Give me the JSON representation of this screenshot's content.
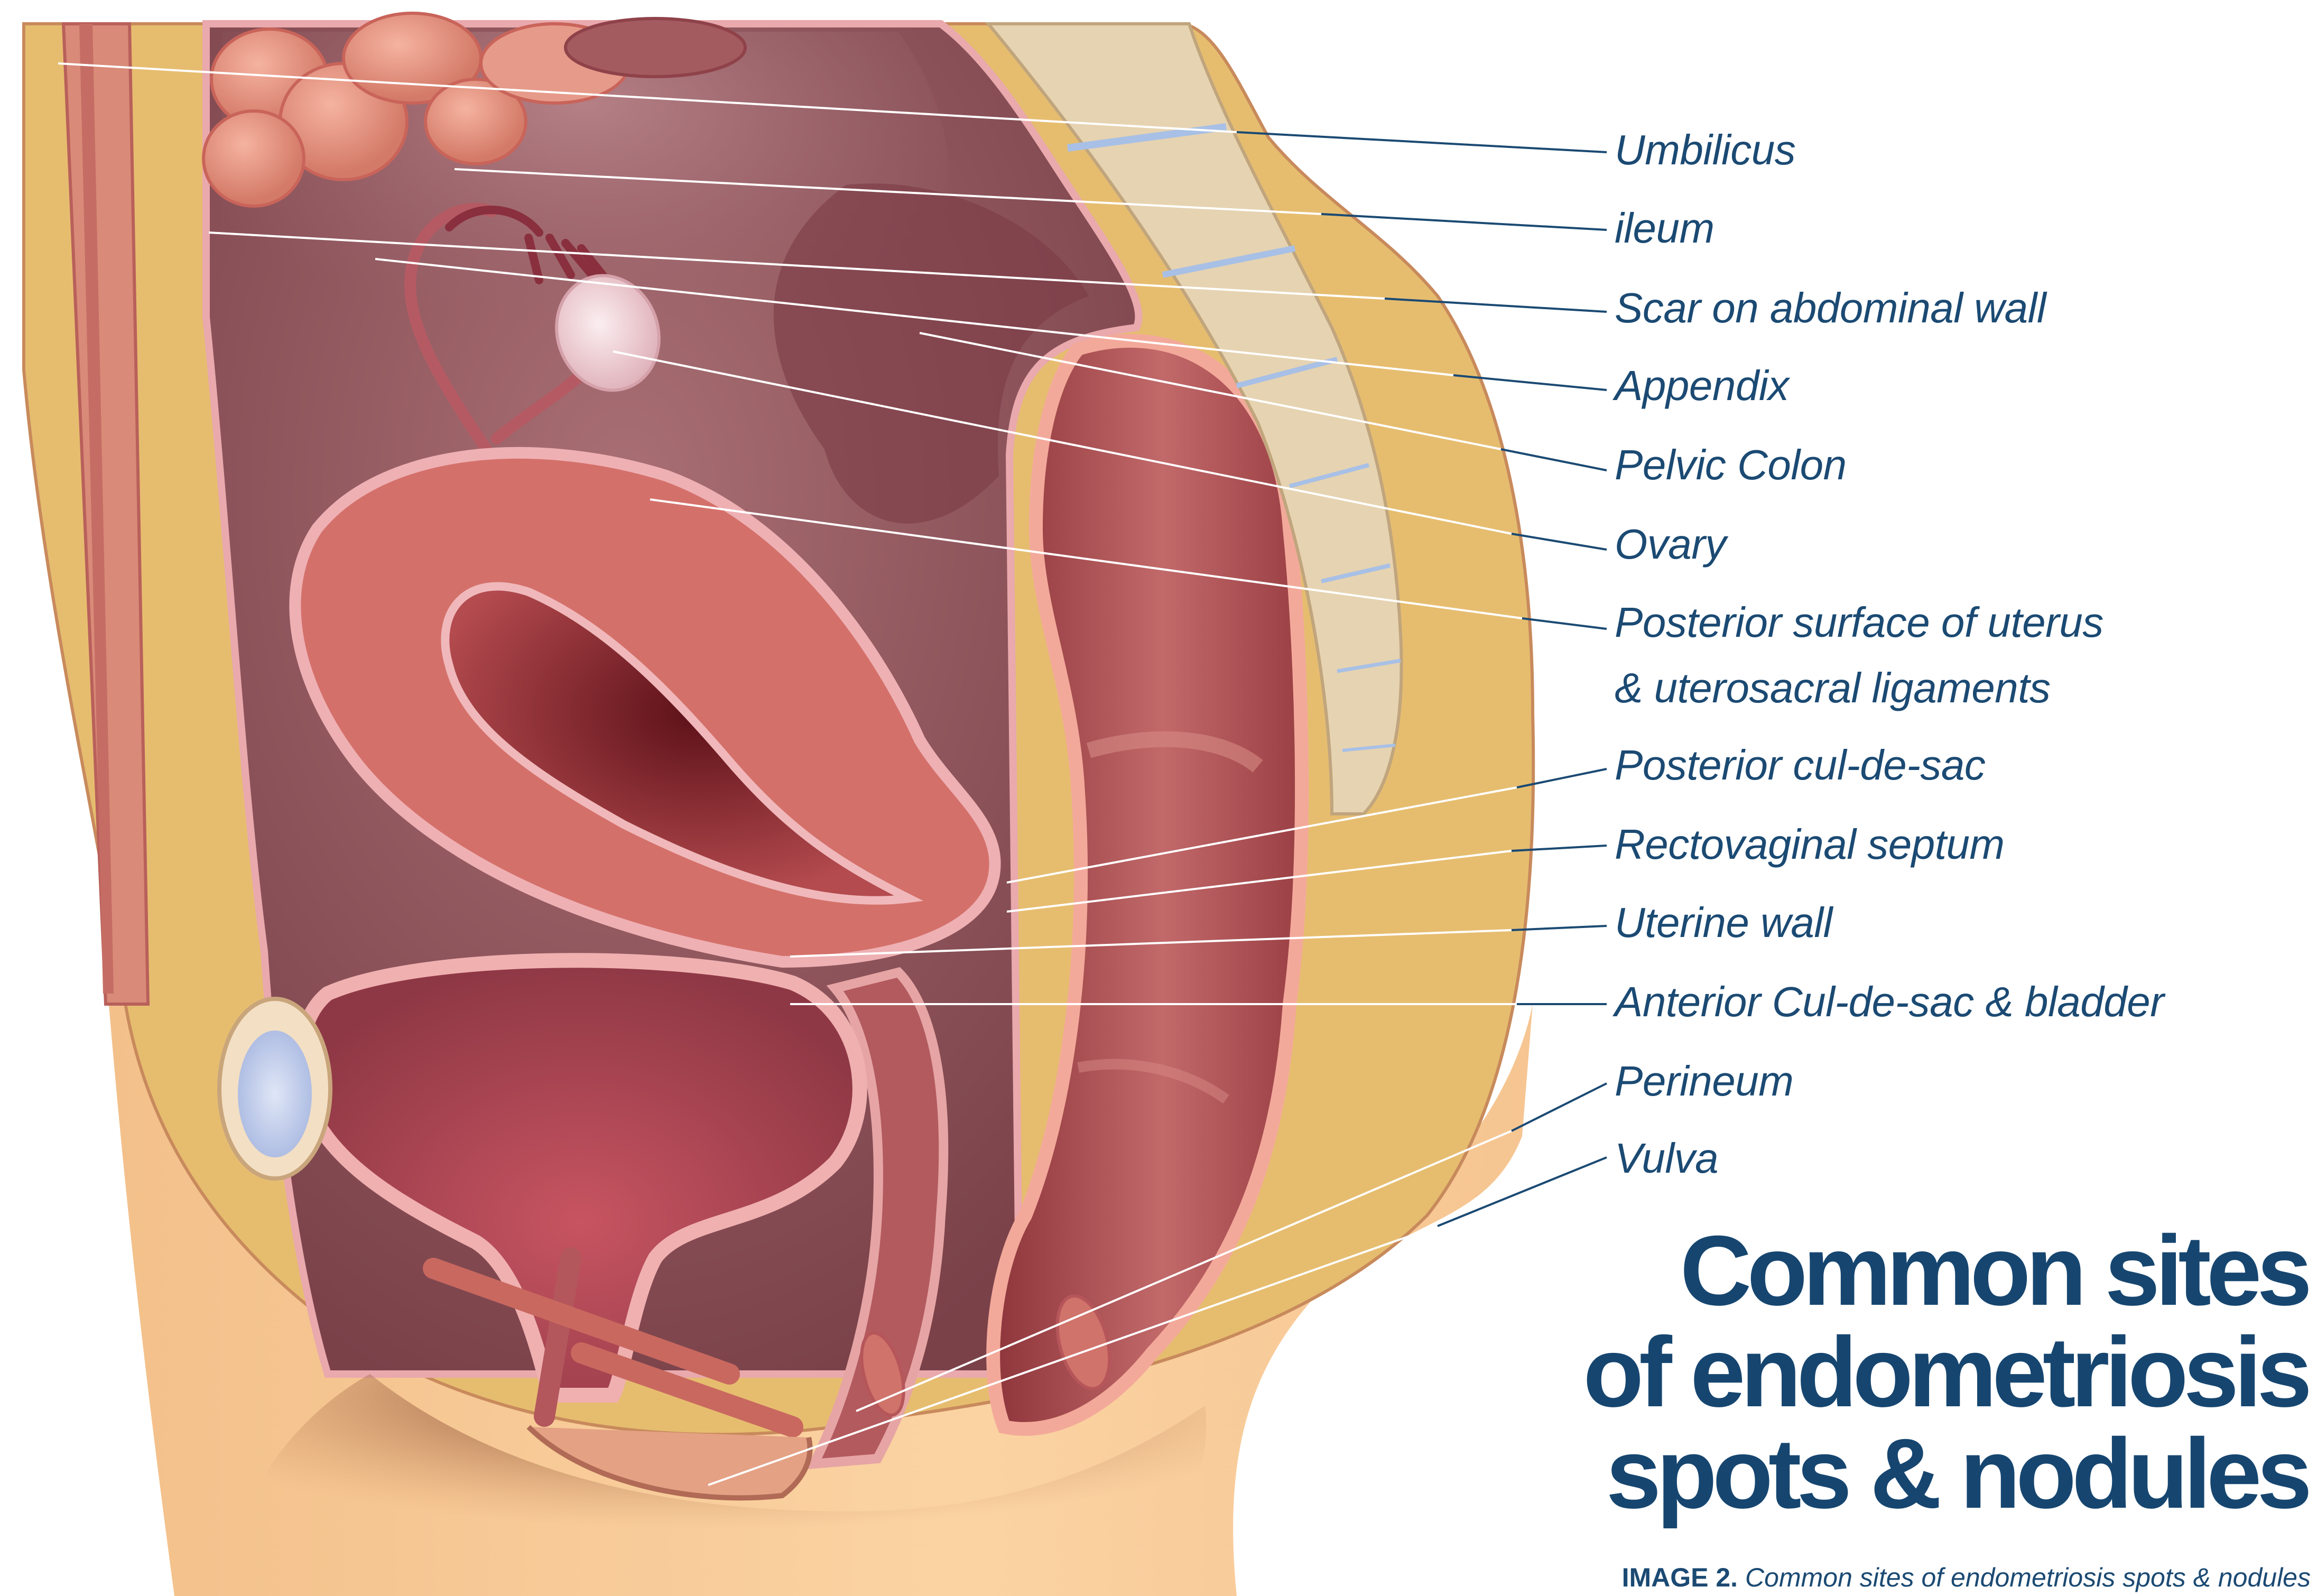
{
  "labels": [
    "Umbilicus",
    "ileum",
    "Scar on abdominal wall",
    "Appendix",
    "Pelvic Colon",
    "Ovary",
    "Posterior surface of uterus",
    "& uterosacral ligaments",
    "Posterior cul-de-sac",
    "Rectovaginal septum",
    "Uterine wall",
    "Anterior Cul-de-sac & bladder",
    "Perineum",
    "Vulva"
  ],
  "title": [
    "Common sites",
    "of endometriosis",
    "spots & nodules"
  ],
  "caption": {
    "tag": "IMAGE 2.",
    "text": "Common sites of endometriosis spots & nodules"
  },
  "colors": {
    "label_text": "#1b4a73",
    "title_text": "#164670",
    "leader_line_outside": "#1b4a73",
    "leader_line_inside": "#ffffff",
    "body_fat": "#e6bd6f",
    "skin": "#f9cc98",
    "cavity": "#8a4f56",
    "uterus": "#d4706a",
    "rectum": "#a9474c",
    "bladder": "#a84a55",
    "spine": "#e6d3b1"
  }
}
